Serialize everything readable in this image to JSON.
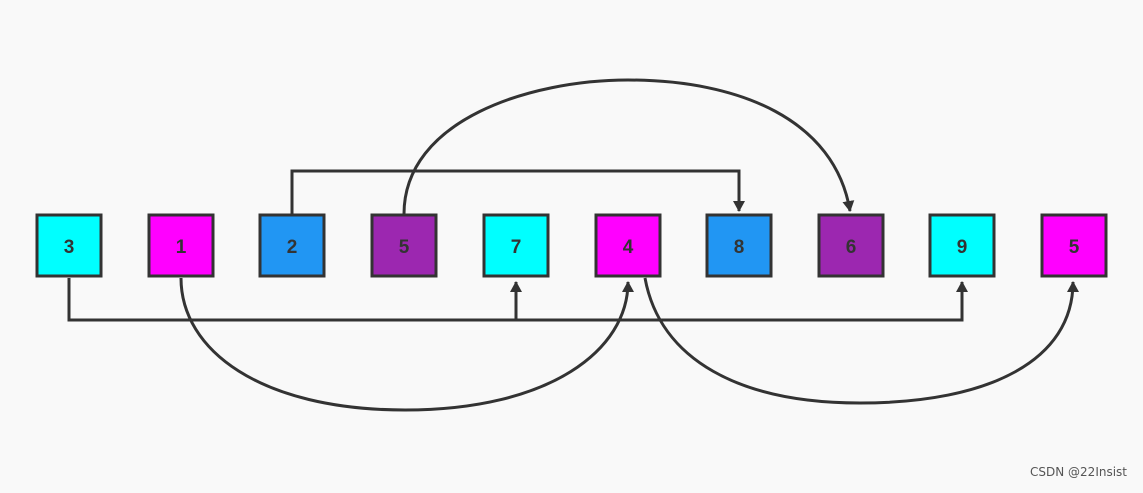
{
  "diagram": {
    "boxes": [
      {
        "label": "3",
        "color": "#00ffff"
      },
      {
        "label": "1",
        "color": "#ff00ff"
      },
      {
        "label": "2",
        "color": "#2196f3"
      },
      {
        "label": "5",
        "color": "#9c27b0"
      },
      {
        "label": "7",
        "color": "#00ffff"
      },
      {
        "label": "4",
        "color": "#ff00ff"
      },
      {
        "label": "8",
        "color": "#2196f3"
      },
      {
        "label": "6",
        "color": "#9c27b0"
      },
      {
        "label": "9",
        "color": "#00ffff"
      },
      {
        "label": "5",
        "color": "#ff00ff"
      }
    ],
    "connections": [
      {
        "from": 0,
        "to": 4,
        "style": "elbow-below"
      },
      {
        "from": 0,
        "to": 8,
        "style": "elbow-below"
      },
      {
        "from": 2,
        "to": 6,
        "style": "elbow-above"
      },
      {
        "from": 1,
        "to": 5,
        "style": "curve-below"
      },
      {
        "from": 5,
        "to": 9,
        "style": "curve-below"
      },
      {
        "from": 3,
        "to": 7,
        "style": "curve-above"
      }
    ],
    "stroke_color": "#333333"
  },
  "watermark": "CSDN @22Insist"
}
